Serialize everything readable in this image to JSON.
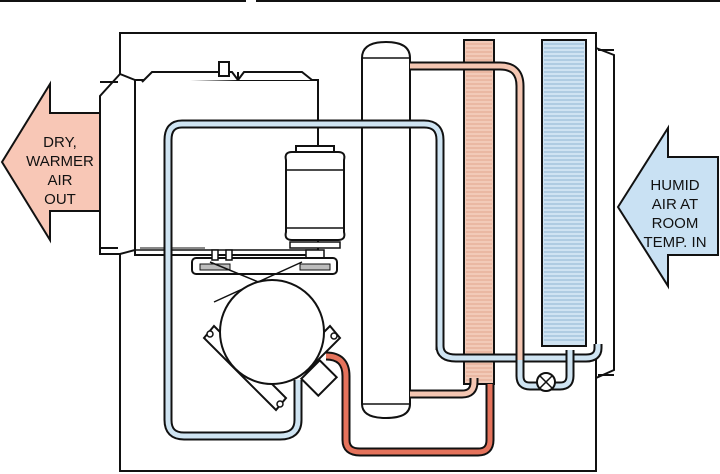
{
  "labels": {
    "outlet_lines": [
      "DRY,",
      "WARMER",
      "AIR",
      "OUT"
    ],
    "inlet_lines": [
      "HUMID",
      "AIR AT",
      "ROOM",
      "TEMP. IN"
    ]
  },
  "colors": {
    "outline": "#111111",
    "cold_tube": "#cfe4f2",
    "warm_tube": "#f4c6b2",
    "hot_tube": "#e5735c",
    "outlet_arrow": "#f8c7b6",
    "inlet_arrow": "#c9e1f3",
    "condenser_fins": "#f2cab8",
    "evaporator_fins": "#cfe3f2",
    "component_fill": "#ffffff",
    "gray_detail": "#bdbdbd"
  },
  "icons": {
    "outlet_arrow": "left-arrow",
    "inlet_arrow": "left-arrow",
    "expansion_valve": "circle-x"
  }
}
